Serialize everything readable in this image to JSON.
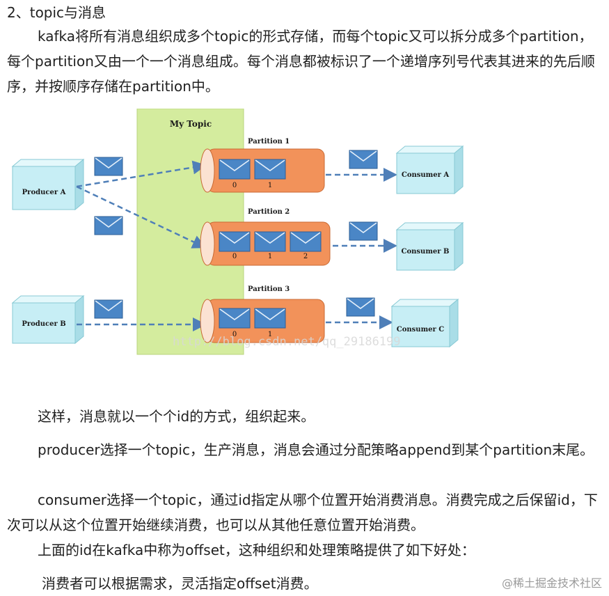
{
  "heading": "2、topic与消息",
  "paragraphs": {
    "p1": "kafka将所有消息组织成多个topic的形式存储，而每个topic又可以拆分成多个partition，每个partition又由一个一个消息组成。每个消息都被标识了一个递增序列号代表其进来的先后顺序，并按顺序存储在partition中。",
    "p2": "这样，消息就以一个个id的方式，组织起来。",
    "p3": "producer选择一个topic，生产消息，消息会通过分配策略append到某个partition末尾。",
    "p4": "consumer选择一个topic，通过id指定从哪个位置开始消费消息。消费完成之后保留id，下次可以从这个位置开始继续消费，也可以从其他任意位置开始消费。",
    "p5": "上面的id在kafka中称为offset，这种组织和处理策略提供了如下好处：",
    "p6": "消费者可以根据需求，灵活指定offset消费。"
  },
  "diagram": {
    "topic_label": "My Topic",
    "producers": [
      "Producer A",
      "Producer B"
    ],
    "partitions": [
      {
        "label": "Partition 1",
        "offsets": [
          "0",
          "1"
        ]
      },
      {
        "label": "Partition 2",
        "offsets": [
          "0",
          "1",
          "2"
        ]
      },
      {
        "label": "Partition 3",
        "offsets": [
          "0",
          "1"
        ]
      }
    ],
    "consumers": [
      "Consumer A",
      "Consumer B",
      "Consumer C"
    ],
    "watermark": "http://blog.csdn.net/qq_29186199",
    "colors": {
      "topic_fill": "#d4ec9e",
      "partition_fill": "#f2925a",
      "box_fill": "#c7eef5",
      "envelope": "#4a86c6",
      "arrow": "#4f7fb8"
    }
  },
  "brand_watermark": "@稀土掘金技术社区"
}
